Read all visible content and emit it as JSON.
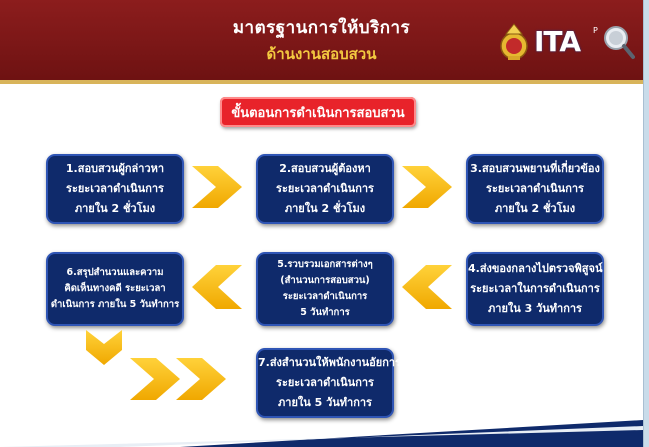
{
  "header": {
    "title": "มาตรฐานการให้บริการ",
    "subtitle": "ด้านงานสอบสวน",
    "logo_text": "ITA",
    "logo_mark": "P",
    "emblem_icon": "royal-police-emblem-icon",
    "magnifier_icon": "magnifier-icon"
  },
  "section_title": "ขั้นตอนการดำเนินการสอบสวน",
  "steps": [
    {
      "lines": [
        "1.สอบสวนผู้กล่าวหา",
        "ระยะเวลาดำเนินการ",
        "ภายใน 2 ชั่วโมง"
      ]
    },
    {
      "lines": [
        "2.สอบสวนผู้ต้องหา",
        "ระยะเวลาดำเนินการ",
        "ภายใน 2 ชั่วโมง"
      ]
    },
    {
      "lines": [
        "3.สอบสวนพยานที่เกี่ยวข้อง",
        "ระยะเวลาดำเนินการ",
        "ภายใน 2 ชั่วโมง"
      ]
    },
    {
      "lines": [
        "4.ส่งของกลางไปตรวจพิสูจน์",
        "ระยะเวลาในการดำเนินการ",
        "ภายใน 3 วันทำการ"
      ]
    },
    {
      "lines": [
        "5.รวบรวมเอกสารต่างๆ",
        "(สำนวนการสอบสวน)",
        "ระยะเวลาดำเนินการ",
        "5 วันทำการ"
      ]
    },
    {
      "lines": [
        "6.สรุปสำนวนและความ",
        "คิดเห็นทางคดี ระยะเวลา",
        "ดำเนินการ ภายใน 5 วันทำการ"
      ]
    },
    {
      "lines": [
        "7.ส่งสำนวนให้พนักงานอัยการ",
        "ระยะเวลาดำเนินการ",
        "ภายใน 5 วันทำการ"
      ]
    }
  ],
  "colors": {
    "header_bg": "#7d1717",
    "header_title": "#ffffff",
    "header_subtitle": "#f3c940",
    "section_title_bg": "#e8232a",
    "box_bg": "#0f2a6b",
    "box_border": "#2f55b5",
    "arrow": "#f5b800"
  }
}
